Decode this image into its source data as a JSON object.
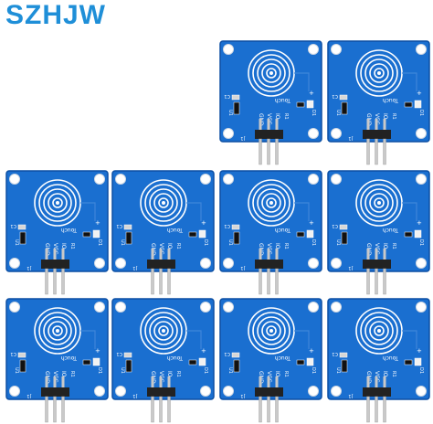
{
  "brand": {
    "text": "SZHJW",
    "color": "#1f8fd8"
  },
  "module": {
    "count": 10,
    "labels": {
      "touch": "Touch",
      "vcc": "VCC",
      "io": "IO",
      "gnd": "GND",
      "r1": "R1",
      "d1": "D1",
      "c1": "C1",
      "u1": "U1",
      "j1": "J1"
    },
    "colors": {
      "pcb": "#1a6fd0",
      "pcb_edge": "#0c4fa3",
      "trace": "#ffffff",
      "hole": "#ffffff",
      "pin": "#c9c9c9",
      "header": "#222222"
    }
  }
}
